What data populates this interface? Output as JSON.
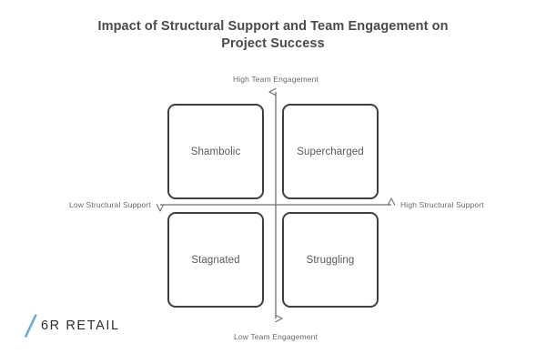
{
  "title": "Impact of Structural Support and Team Engagement on Project Success",
  "axes": {
    "top_label": "High Team Engagement",
    "bottom_label": "Low Team Engagement",
    "left_label": "Low Structural Support",
    "right_label": "High Structural Support"
  },
  "quadrants": {
    "top_left": "Shambolic",
    "top_right": "Supercharged",
    "bottom_left": "Stagnated",
    "bottom_right": "Struggling"
  },
  "logo": {
    "text": "6R RETAIL",
    "mark": "slash-icon"
  },
  "colors": {
    "background": "#ffffff",
    "box_stroke": "#3f3f41",
    "title_text": "#4a4a4a",
    "quadrant_text": "#5a5a5c",
    "axis_text": "#6a6a6c",
    "axis_line": "#6f7072",
    "logo_accent": "#6fa8d0",
    "logo_text": "#2e2e30"
  },
  "chart_data": {
    "type": "scatter",
    "title": "Impact of Structural Support and Team Engagement on Project Success",
    "xlabel": "Structural Support",
    "ylabel": "Team Engagement",
    "grid": false,
    "legend": "none",
    "x_axis": {
      "low_end": "Low Structural Support",
      "high_end": "High Structural Support"
    },
    "y_axis": {
      "low_end": "Low Team Engagement",
      "high_end": "High Team Engagement"
    },
    "categories": [
      "Shambolic",
      "Supercharged",
      "Stagnated",
      "Struggling"
    ],
    "cells": [
      {
        "label": "Shambolic",
        "x": "low",
        "y": "high",
        "quadrant": "top-left"
      },
      {
        "label": "Supercharged",
        "x": "high",
        "y": "high",
        "quadrant": "top-right"
      },
      {
        "label": "Stagnated",
        "x": "low",
        "y": "low",
        "quadrant": "bottom-left"
      },
      {
        "label": "Struggling",
        "x": "high",
        "y": "low",
        "quadrant": "bottom-right"
      }
    ]
  }
}
